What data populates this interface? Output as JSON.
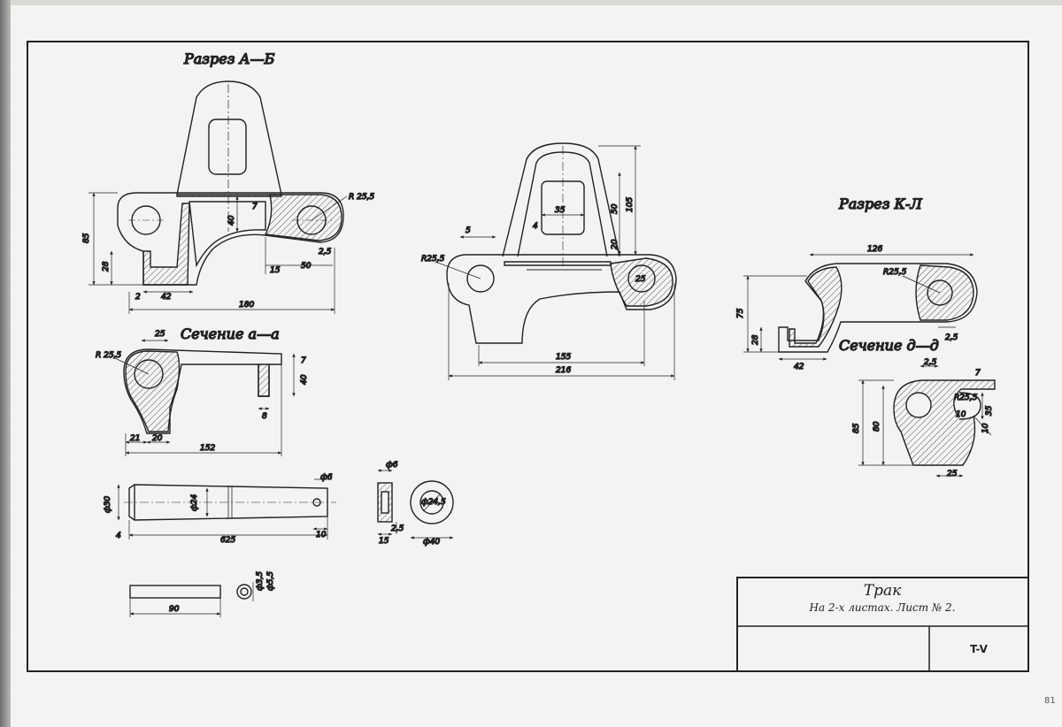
{
  "views": {
    "section_ab": {
      "title": "Разрез А—Б",
      "dims": {
        "r": "R 25,5",
        "d7": "7",
        "d40": "40",
        "d85": "85",
        "d28": "28",
        "d2": "2",
        "d42": "42",
        "d15": "15",
        "d50": "50",
        "d25": "2,5",
        "d180": "180"
      }
    },
    "section_aa": {
      "title": "Сечение а—а",
      "dims": {
        "d25": "25",
        "r": "R 25,5",
        "d7": "7",
        "d40": "40",
        "d8": "8",
        "d21": "21",
        "d20": "20",
        "d152": "152"
      }
    },
    "front_view": {
      "dims": {
        "d5": "5",
        "r": "R25,5",
        "d4": "4",
        "d35": "35",
        "d50": "50",
        "d105": "105",
        "d20": "20",
        "d25": "25",
        "d155": "155",
        "d216": "216"
      }
    },
    "section_kl": {
      "title": "Разрез К-Л",
      "dims": {
        "d126": "126",
        "r": "R25,5",
        "d75": "75",
        "d28": "28",
        "d42": "42",
        "d25": "2,5"
      }
    },
    "section_dd": {
      "title": "Сечение д—д",
      "dims": {
        "d25a": "2,5",
        "d7": "7",
        "r": "R25,5",
        "d35": "35",
        "d10a": "10",
        "d10b": "10",
        "d85": "85",
        "d80": "80",
        "d25": "25"
      }
    },
    "pin": {
      "dims": {
        "phi30": "ф30",
        "phi24": "ф24",
        "phi6": "ф6",
        "d625": "625",
        "d4": "4",
        "d10": "10"
      }
    },
    "bushing": {
      "dims": {
        "phi6": "ф6",
        "d15": "15",
        "d25": "2,5",
        "phi40": "ф40",
        "phi245": "ф24,5"
      }
    },
    "rod": {
      "dims": {
        "d90": "90",
        "phi35": "ф3,5",
        "phi55": "ф5,5"
      }
    }
  },
  "title_block": {
    "title": "Трак",
    "subtitle": "На 2-х листах. Лист № 2.",
    "code": "T-V"
  },
  "page_number": "81",
  "colors": {
    "ink": "#222222",
    "paper": "#f3f3f1",
    "hatch": "#555555"
  }
}
